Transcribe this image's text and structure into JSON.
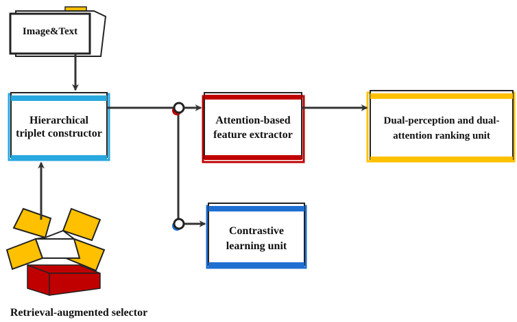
{
  "diagram": {
    "input": {
      "label": "Image&Text"
    },
    "nodes": {
      "hierarchical": {
        "line1": "Hierarchical",
        "line2": "triplet constructor",
        "accent": "#29a8e0"
      },
      "attention": {
        "line1": "Attention-based",
        "line2": "feature extractor",
        "accent": "#c00000"
      },
      "contrastive": {
        "line1": "Contrastive",
        "line2": "learning unit",
        "accent": "#1f6fd1"
      },
      "ranking": {
        "line1": "Dual-perception and dual-",
        "line2": "attention ranking unit",
        "accent": "#ffc000"
      }
    },
    "selector": {
      "label": "Retrieval-augmented selector",
      "icon": "open-box-icon",
      "colors": {
        "flap": "#ffc000",
        "body": "#c00000"
      }
    },
    "colors": {
      "arrow": "#333333",
      "outline": "#222222",
      "folder_accent": "#ffc000",
      "junction_top": "#c00000",
      "junction_bottom": "#1f6fd1"
    }
  }
}
